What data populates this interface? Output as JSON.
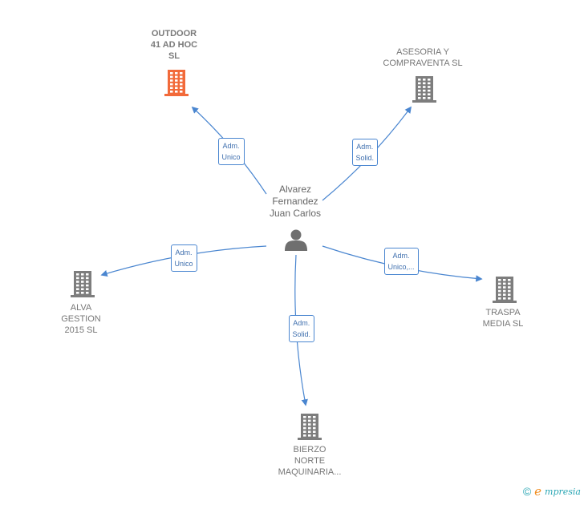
{
  "center": {
    "name_lines": "Alvarez\nFernandez\nJuan Carlos",
    "icon": "person-icon"
  },
  "companies": [
    {
      "id": "outdoor",
      "name": "OUTDOOR\n41 AD HOC\nSL",
      "role": "Adm.\nUnico",
      "icon": "building-icon",
      "color": "#f26a3a",
      "highlight": true
    },
    {
      "id": "asesoria",
      "name": "ASESORIA Y\nCOMPRAVENTA SL",
      "role": "Adm.\nSolid.",
      "icon": "building-icon",
      "color": "#7d7d7d",
      "highlight": false
    },
    {
      "id": "alva",
      "name": "ALVA\nGESTION\n2015  SL",
      "role": "Adm.\nUnico",
      "icon": "building-icon",
      "color": "#7d7d7d",
      "highlight": false
    },
    {
      "id": "traspa",
      "name": "TRASPA\nMEDIA  SL",
      "role": "Adm.\nUnico,...",
      "icon": "building-icon",
      "color": "#7d7d7d",
      "highlight": false
    },
    {
      "id": "bierzo",
      "name": "BIERZO\nNORTE\nMAQUINARIA...",
      "role": "Adm.\nSolid.",
      "icon": "building-icon",
      "color": "#7d7d7d",
      "highlight": false
    }
  ],
  "colors": {
    "edge": "#4a86d0",
    "person": "#6f6f6f"
  },
  "footer": {
    "copyright": "©",
    "brand_initial": "e",
    "brand_rest": "mpresia"
  }
}
